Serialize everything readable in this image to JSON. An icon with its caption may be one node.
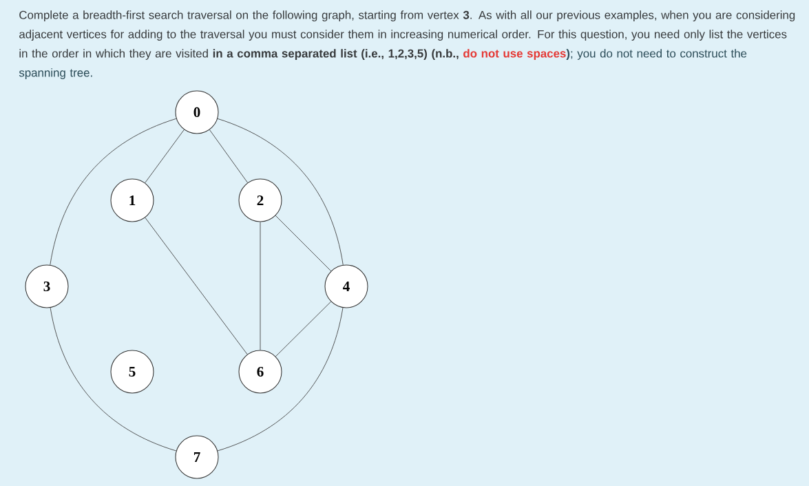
{
  "diagram": {
    "nodes": [
      {
        "text": [
          "0"
        ]
      },
      {
        "text": [
          "1"
        ]
      },
      {
        "text": [
          "2"
        ]
      },
      {
        "text": [
          "3"
        ]
      },
      {
        "text": [
          "4"
        ]
      },
      {
        "text": [
          "5"
        ]
      },
      {
        "text": [
          "6"
        ]
      },
      {
        "text": [
          "7"
        ]
      }
    ],
    "edges": [
      {
        "from": 0,
        "to": 1,
        "arrow": "none"
      },
      {
        "from": 0,
        "to": 2,
        "arrow": "none"
      },
      {
        "from": 3,
        "to": 0,
        "arrow": "none"
      },
      {
        "from": 0,
        "to": 4,
        "arrow": "none"
      },
      {
        "from": 1,
        "to": 6,
        "arrow": "none"
      },
      {
        "from": 2,
        "to": 6,
        "arrow": "none"
      },
      {
        "from": 2,
        "to": 4,
        "arrow": "none"
      },
      {
        "from": 6,
        "to": 4,
        "arrow": "none"
      },
      {
        "from": 3,
        "to": 7,
        "arrow": "none"
      },
      {
        "from": 4,
        "to": 7,
        "arrow": "none"
      }
    ],
    "labels": [
      "Complete a breadth-first search traversal on the following graph, starting from vertex **3**. As with all our previous examples, when you are considering adjacent vertices for adding to the traversal you must consider them in increasing numerical order. For this question, you need only list the vertices in the order in which they are visited **in a comma separated list (i.e., 1,2,3,5) (n.b.,**",
      "do not use spaces",
      "**)**; you do not need to construct the spanning tree."
    ]
  }
}
